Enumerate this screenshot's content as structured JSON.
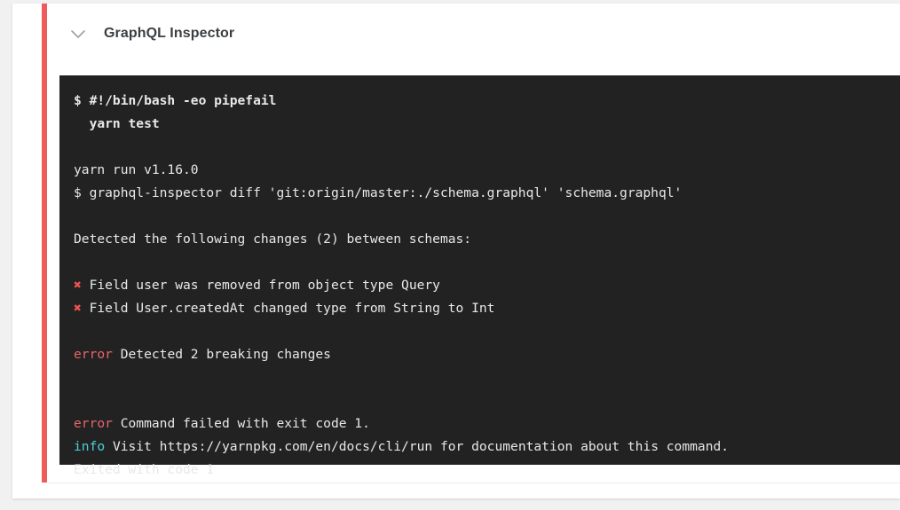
{
  "colors": {
    "accent_bar": "#ef5b5b",
    "terminal_background": "#222222",
    "terminal_text": "#e8e8e8",
    "error_token": "#e8656a",
    "info_token": "#4dd0d8",
    "cross_mark": "#ef5350",
    "title_text": "#3c4043",
    "page_background": "#f1f1f1",
    "card_background": "#ffffff"
  },
  "job": {
    "title": "GraphQL Inspector",
    "collapse_icon": "chevron-down-icon",
    "status": "failed"
  },
  "terminal": {
    "lines": [
      {
        "id": "cmd-shebang",
        "style": "bold",
        "segments": [
          {
            "type": "plain",
            "text": "$ #!/bin/bash -eo pipefail"
          }
        ]
      },
      {
        "id": "cmd-yarn-test",
        "style": "bold",
        "segments": [
          {
            "type": "plain",
            "text": "  yarn test"
          }
        ]
      },
      {
        "id": "blank-1",
        "style": "blank",
        "segments": [
          {
            "type": "plain",
            "text": " "
          }
        ]
      },
      {
        "id": "yarn-version",
        "style": "normal",
        "segments": [
          {
            "type": "plain",
            "text": "yarn run v1.16.0"
          }
        ]
      },
      {
        "id": "inspector-diff",
        "style": "normal",
        "segments": [
          {
            "type": "plain",
            "text": "$ graphql-inspector diff 'git:origin/master:./schema.graphql' 'schema.graphql'"
          }
        ]
      },
      {
        "id": "blank-2",
        "style": "blank",
        "segments": [
          {
            "type": "plain",
            "text": " "
          }
        ]
      },
      {
        "id": "detected-changes",
        "style": "normal",
        "segments": [
          {
            "type": "plain",
            "text": "Detected the following changes (2) between schemas:"
          }
        ]
      },
      {
        "id": "blank-3",
        "style": "blank",
        "segments": [
          {
            "type": "plain",
            "text": " "
          }
        ]
      },
      {
        "id": "change-1",
        "style": "normal",
        "segments": [
          {
            "type": "cross",
            "text": "✖"
          },
          {
            "type": "plain",
            "text": " Field user was removed from object type Query"
          }
        ]
      },
      {
        "id": "change-2",
        "style": "normal",
        "segments": [
          {
            "type": "cross",
            "text": "✖"
          },
          {
            "type": "plain",
            "text": " Field User.createdAt changed type from String to Int"
          }
        ]
      },
      {
        "id": "blank-4",
        "style": "blank",
        "segments": [
          {
            "type": "plain",
            "text": " "
          }
        ]
      },
      {
        "id": "error-breaking",
        "style": "normal",
        "segments": [
          {
            "type": "error",
            "text": "error"
          },
          {
            "type": "plain",
            "text": " Detected 2 breaking changes"
          }
        ]
      },
      {
        "id": "blank-5",
        "style": "blank",
        "segments": [
          {
            "type": "plain",
            "text": " "
          }
        ]
      },
      {
        "id": "blank-6",
        "style": "blank",
        "segments": [
          {
            "type": "plain",
            "text": " "
          }
        ]
      },
      {
        "id": "error-exit",
        "style": "normal",
        "segments": [
          {
            "type": "error",
            "text": "error"
          },
          {
            "type": "plain",
            "text": " Command failed with exit code 1."
          }
        ]
      },
      {
        "id": "info-docs",
        "style": "normal",
        "segments": [
          {
            "type": "info",
            "text": "info"
          },
          {
            "type": "plain",
            "text": " Visit https://yarnpkg.com/en/docs/cli/run for documentation about this command."
          }
        ]
      },
      {
        "id": "exited-code",
        "style": "normal",
        "segments": [
          {
            "type": "plain",
            "text": "Exited with code 1"
          }
        ]
      }
    ]
  }
}
